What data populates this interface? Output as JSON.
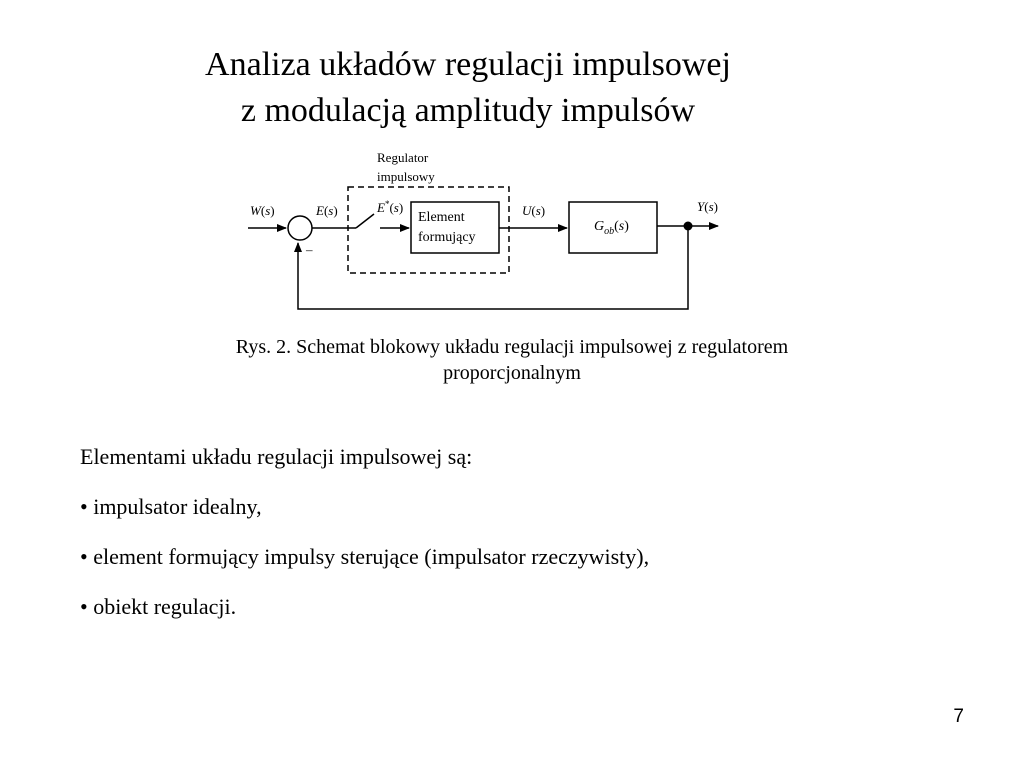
{
  "slide": {
    "title_line1": "Analiza układów regulacji impulsowej",
    "title_line2": "z modulacją amplitudy impulsów",
    "page_number": "7"
  },
  "diagram": {
    "regulator_label_line1": "Regulator",
    "regulator_label_line2": "impulsowy",
    "input_signal": {
      "letter": "W",
      "open": "(",
      "arg": "s",
      "close": ")"
    },
    "error_signal": {
      "letter": "E",
      "open": "(",
      "arg": "s",
      "close": ")"
    },
    "sampled_signal": {
      "letter": "E",
      "star": "*",
      "open": "(",
      "arg": "s",
      "close": ")"
    },
    "control_signal": {
      "letter": "U",
      "open": "(",
      "arg": "s",
      "close": ")"
    },
    "output_signal": {
      "letter": "Y",
      "open": "(",
      "arg": "s",
      "close": ")"
    },
    "forming_element_line1": "Element",
    "forming_element_line2": "formujący",
    "plant": {
      "letter": "G",
      "subscript": "ob",
      "open": "(",
      "arg": "s",
      "close": ")"
    },
    "feedback_sign": "–"
  },
  "caption": {
    "line1": "Rys. 2. Schemat blokowy  układu regulacji impulsowej z regulatorem",
    "line2": "proporcjonalnym"
  },
  "body": {
    "intro": "Elementami układu regulacji impulsowej są:",
    "items": [
      "• impulsator idealny,",
      "• element formujący impulsy sterujące (impulsator rzeczywisty),",
      "• obiekt regulacji."
    ]
  }
}
